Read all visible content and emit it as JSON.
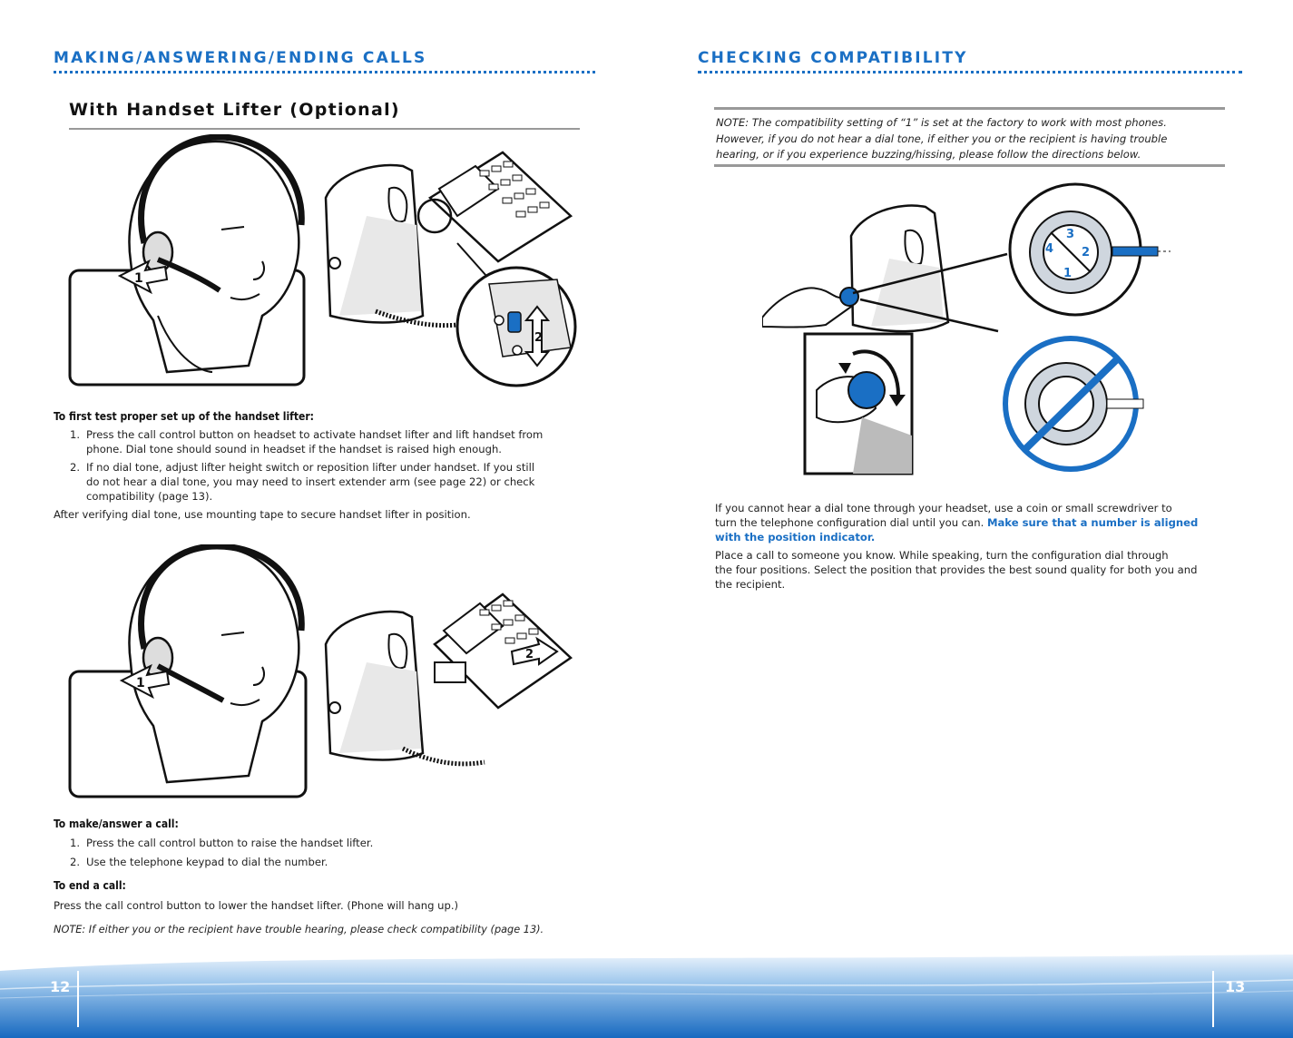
{
  "left_page": {
    "section_title": "MAKING/ANSWERING/ENDING CALLS",
    "subheading": "With Handset Lifter (Optional)",
    "test_heading": "To first test proper set up of the handset lifter:",
    "test_steps": [
      {
        "num": "1.",
        "lines": [
          "Press the call control button on headset to activate handset lifter and lift handset from",
          "phone. Dial tone should sound in headset if the handset is raised high enough."
        ]
      },
      {
        "num": "2.",
        "lines": [
          "If no dial tone, adjust lifter height switch or reposition lifter under handset. If you still",
          "do not hear a dial tone, you may need to insert extender arm (see page 22) or check",
          "compatibility (page 13)."
        ]
      }
    ],
    "after_verify": "After verifying dial tone, use mounting tape to secure handset lifter in position.",
    "make_heading": "To make/answer a call:",
    "make_steps": [
      {
        "num": "1.",
        "text": "Press the call control button to raise the handset lifter."
      },
      {
        "num": "2.",
        "text": "Use the telephone keypad to dial the number."
      }
    ],
    "end_heading": "To end a call:",
    "end_text": "Press the call control button to lower the handset lifter. (Phone will hang up.)",
    "note": "NOTE: If either you or the recipient have trouble hearing, please check compatibility (page 13).",
    "figure1_callouts": [
      "1",
      "2"
    ],
    "figure2_callouts": [
      "1",
      "2"
    ],
    "page_number": "12"
  },
  "right_page": {
    "section_title": "CHECKING COMPATIBILITY",
    "note_lines": [
      "NOTE: The compatibility setting of “1” is set at the factory to work with most phones.",
      "However, if you do not hear a dial tone, if either you or the recipient is having trouble",
      "hearing, or if you experience buzzing/hissing, please follow the directions below."
    ],
    "dial_numbers": [
      "1",
      "2",
      "3",
      "4"
    ],
    "para1_lines": [
      "If you cannot hear a dial tone through your headset, use a coin or small screwdriver to",
      "turn the telephone configuration dial until you can. "
    ],
    "para1_bold_a": "Make sure that a number is aligned",
    "para1_bold_b": "with the position indicator.",
    "para2_lines": [
      "Place a call to someone you know. While speaking, turn the configuration dial through",
      "the four positions. Select the position that provides the best sound quality for both you and",
      "the recipient."
    ],
    "page_number": "13"
  },
  "colors": {
    "accent": "#1a6fc4",
    "footer_light": "#cfe4f7",
    "footer_dark": "#1769c0"
  }
}
